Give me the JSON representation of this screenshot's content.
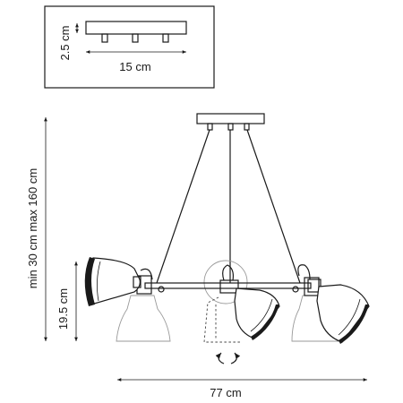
{
  "inset": {
    "height_label": "2.5 cm",
    "width_label": "15 cm"
  },
  "dimensions": {
    "height_range_label": "min 30 cm max 160 cm",
    "shade_height_label": "19.5 cm",
    "total_width_label": "77 cm"
  },
  "colors": {
    "ink": "#1a1a1a",
    "ghost": "#9a9a9a"
  }
}
